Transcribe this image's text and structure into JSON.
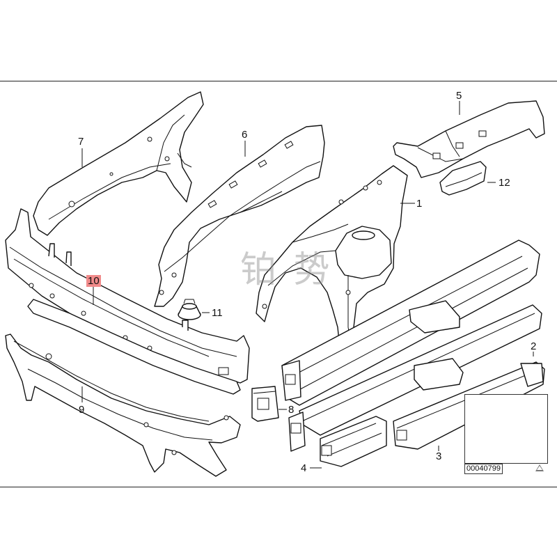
{
  "callouts": {
    "c1": "1",
    "c2": "2",
    "c3": "3",
    "c4": "4",
    "c5": "5",
    "c6": "6",
    "c7": "7",
    "c8": "8",
    "c9": "9",
    "c10": "10",
    "c11": "11",
    "c12": "12"
  },
  "reference_code": "00040799",
  "watermark": "铂 势",
  "highlight_color": "#f08a8a"
}
